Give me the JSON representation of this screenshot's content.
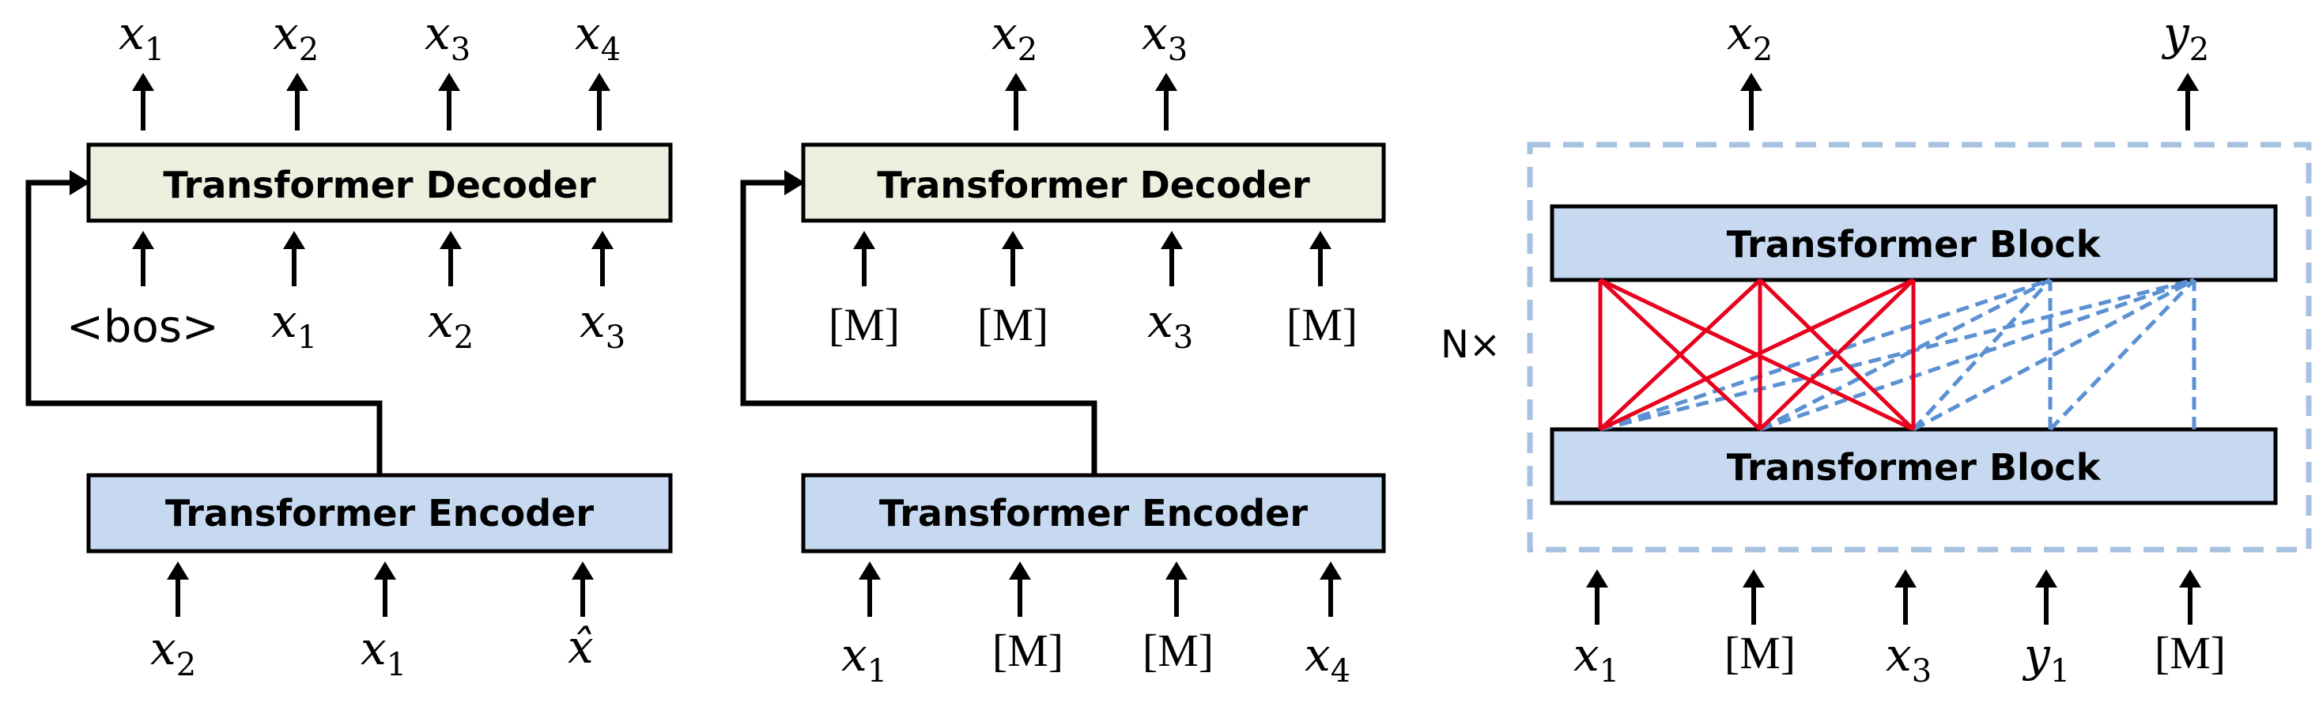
{
  "colors": {
    "decoder_fill": "#ebf1de",
    "encoder_fill": "#c6d9f0",
    "block_fill": "#c6d9f0",
    "dashed_frame": "#a7c1e0",
    "red_lines": "#e8001c",
    "blue_dashed_lines": "#5b91d3",
    "stroke": "#000000"
  },
  "panels": [
    {
      "decoder": {
        "label": "Transformer Decoder"
      },
      "encoder": {
        "label": "Transformer Encoder"
      },
      "outputs": [
        {
          "base": "x",
          "sub": "1"
        },
        {
          "base": "x",
          "sub": "2"
        },
        {
          "base": "x",
          "sub": "3"
        },
        {
          "base": "x",
          "sub": "4"
        }
      ],
      "decoder_inputs": [
        {
          "plain": "<bos>"
        },
        {
          "base": "x",
          "sub": "1"
        },
        {
          "base": "x",
          "sub": "2"
        },
        {
          "base": "x",
          "sub": "3"
        }
      ],
      "encoder_inputs": [
        {
          "base": "x",
          "sub": "2"
        },
        {
          "base": "x",
          "sub": "1"
        },
        {
          "base": "x̂"
        }
      ]
    },
    {
      "decoder": {
        "label": "Transformer Decoder"
      },
      "encoder": {
        "label": "Transformer Encoder"
      },
      "outputs": [
        {
          "base": "x",
          "sub": "2"
        },
        {
          "base": "x",
          "sub": "3"
        }
      ],
      "decoder_inputs": [
        {
          "mask": "[M]"
        },
        {
          "mask": "[M]"
        },
        {
          "base": "x",
          "sub": "3"
        },
        {
          "mask": "[M]"
        }
      ],
      "encoder_inputs": [
        {
          "base": "x",
          "sub": "1"
        },
        {
          "mask": "[M]"
        },
        {
          "mask": "[M]"
        },
        {
          "base": "x",
          "sub": "4"
        }
      ]
    },
    {
      "top_block": {
        "label": "Transformer Block"
      },
      "bottom_block": {
        "label": "Transformer Block"
      },
      "repeat_label": "N×",
      "outputs": [
        {
          "base": "x",
          "sub": "2"
        },
        {
          "base": "y",
          "sub": "2"
        }
      ],
      "inputs": [
        {
          "base": "x",
          "sub": "1"
        },
        {
          "mask": "[M]"
        },
        {
          "base": "x",
          "sub": "3"
        },
        {
          "base": "y",
          "sub": "1"
        },
        {
          "mask": "[M]"
        }
      ]
    }
  ]
}
